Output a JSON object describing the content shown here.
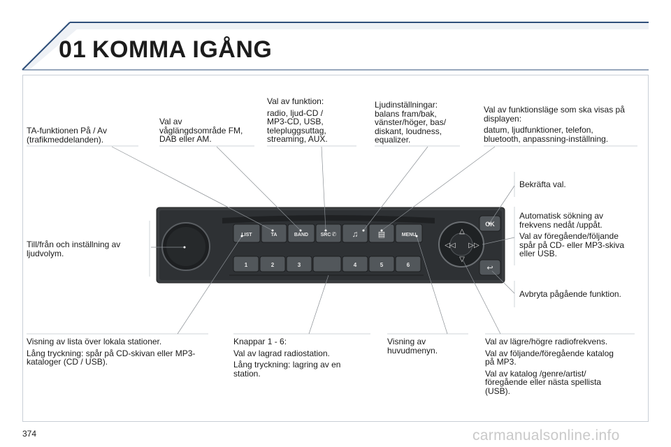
{
  "header": {
    "chapter_number": "01",
    "chapter_title": "KOMMA IGÅNG"
  },
  "callouts": {
    "ta_function": "TA-funktionen På / Av\n(trafikmeddelanden).",
    "band": "Val av\nvåglängdsområde FM,\nDAB eller AM.",
    "src_title": "Val av funktion:",
    "src_body": "radio, ljud-CD /\nMP3-CD, USB,\ntelepluggsuttag,\nstreaming, AUX.",
    "audio_settings": "Ljudinställningar:\nbalans fram/bak,\nvänster/höger, bas/\ndiskant, loudness,\nequalizer.",
    "display_mode_title": "Val av funktionsläge som ska visas på\ndisplayen:",
    "display_mode_body": "datum, ljudfunktioner, telefon,\nbluetooth, anpassning-inställning.",
    "confirm": "Bekräfta val.",
    "auto_search": "Automatisk sökning av\nfrekvens nedåt /uppåt.",
    "track_select": "Val av föregående/följande\nspår på CD- eller MP3-skiva\neller USB.",
    "power_volume": "Till/från och inställning av\nljudvolym.",
    "cancel": "Avbryta pågående funktion.",
    "list_title": "Visning av lista över lokala stationer.",
    "list_body": "Lång tryckning: spår på CD-skivan eller MP3-\nkataloger (CD / USB).",
    "keys_title": "Knappar 1 - 6:",
    "keys_line1": "Val av lagrad radiostation.",
    "keys_line2": "Lång tryckning: lagring av en\nstation.",
    "main_menu": "Visning av\nhuvudmenyn.",
    "freq_title": "Val av lägre/högre radiofrekvens.",
    "freq_line1": "Val av följande/föregående katalog\npå MP3.",
    "freq_line2": "Val av katalog /genre/artist/\nföregående eller nästa spellista\n(USB)."
  },
  "radio": {
    "top_buttons": [
      "LIST",
      "TA",
      "BAND",
      "SRC",
      "",
      "",
      "MENU"
    ],
    "preset_buttons": [
      "1",
      "2",
      "3",
      "",
      "4",
      "5",
      "6"
    ],
    "ok_label": "OK"
  },
  "footer": {
    "page_number": "374",
    "watermark": "carmanualsonline.info"
  },
  "colors": {
    "accent_blue": "#2f4f7a",
    "panel": "#3a3d40",
    "frame": "#c9cfd6"
  }
}
